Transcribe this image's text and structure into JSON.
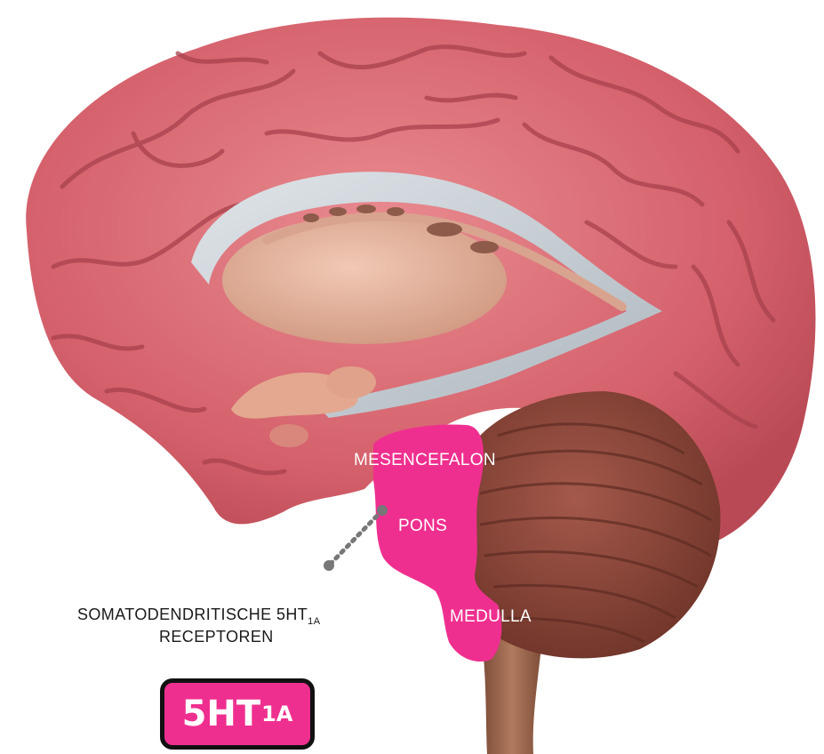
{
  "regions": {
    "mesencephalon": "MESENCEFALON",
    "pons": "PONS",
    "medulla": "MEDULLA"
  },
  "callout": {
    "line1_main": "SOMATODENDRITISCHE 5HT",
    "line1_sub": "1A",
    "line2": "RECEPTOREN"
  },
  "badge": {
    "main": "5HT",
    "sub": "1A"
  },
  "colors": {
    "highlight": "#ef2f8f",
    "cortex": "#d86a72",
    "cerebellum": "#8e4a3e",
    "ventricle": "#c9d0d6",
    "thalamus": "#e2b19b"
  }
}
